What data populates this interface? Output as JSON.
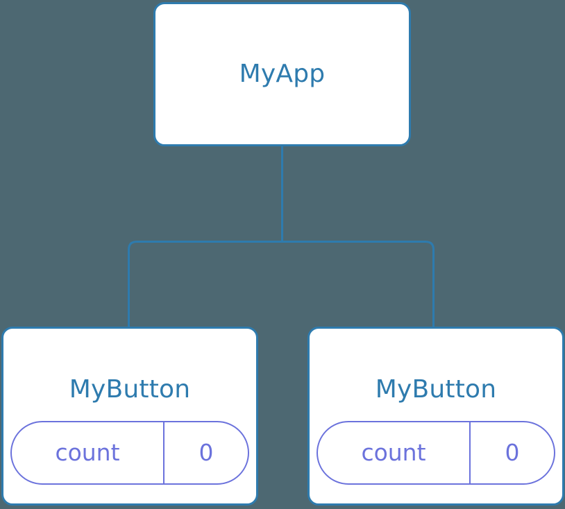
{
  "diagram": {
    "type": "component-tree",
    "background_color": "#4D6872",
    "node_border_color": "#2E7BAE",
    "node_fill_color": "#FFFFFF",
    "node_text_color": "#2E7BAE",
    "edge_color": "#2E7BAE",
    "badge_color": "#6B72DC",
    "root": {
      "label": "MyApp"
    },
    "children": [
      {
        "label": "MyButton",
        "state": {
          "key": "count",
          "value": "0"
        }
      },
      {
        "label": "MyButton",
        "state": {
          "key": "count",
          "value": "0"
        }
      }
    ]
  }
}
